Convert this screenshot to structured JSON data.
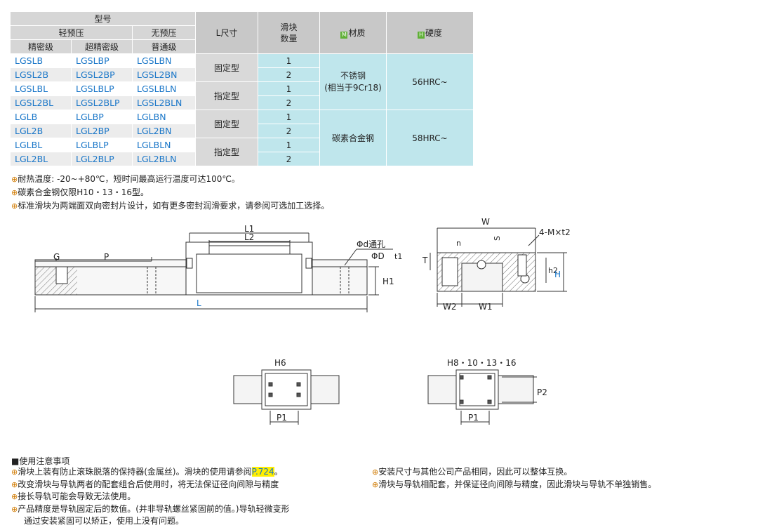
{
  "table": {
    "header": {
      "model": "型号",
      "light_preload": "轻预压",
      "no_preload": "无预压",
      "precision": "精密级",
      "super_precision": "超精密级",
      "normal": "普通级",
      "l_dim": "L尺寸",
      "block_count": "滑块\n数量",
      "material_badge": "M",
      "material": "材质",
      "hardness_badge": "H",
      "hardness": "硬度"
    },
    "rows": [
      {
        "precision": "LGSLB",
        "super": "LGSLBP",
        "normal": "LGSLBN",
        "count": "1"
      },
      {
        "precision": "LGSL2B",
        "super": "LGSL2BP",
        "normal": "LGSL2BN",
        "count": "2"
      },
      {
        "precision": "LGSLBL",
        "super": "LGSLBLP",
        "normal": "LGSLBLN",
        "count": "1"
      },
      {
        "precision": "LGSL2BL",
        "super": "LGSL2BLP",
        "normal": "LGSL2BLN",
        "count": "2"
      },
      {
        "precision": "LGLB",
        "super": "LGLBP",
        "normal": "LGLBN",
        "count": "1"
      },
      {
        "precision": "LGL2B",
        "super": "LGL2BP",
        "normal": "LGL2BN",
        "count": "2"
      },
      {
        "precision": "LGLBL",
        "super": "LGLBLP",
        "normal": "LGLBLN",
        "count": "1"
      },
      {
        "precision": "LGL2BL",
        "super": "LGL2BLP",
        "normal": "LGL2BLN",
        "count": "2"
      }
    ],
    "l_types": [
      "固定型",
      "指定型",
      "固定型",
      "指定型"
    ],
    "materials": [
      {
        "line1": "不锈钢",
        "line2": "(相当于9Cr18)",
        "hardness": "56HRC~"
      },
      {
        "line1": "碳素合金钢",
        "line2": "",
        "hardness": "58HRC~"
      }
    ]
  },
  "notes": [
    "耐热温度: -20~+80℃，短时间最高运行温度可达100℃。",
    "碳素合金钢仅限H10・13・16型。",
    "标准滑块为两端面双向密封片设计，如有更多密封润滑要求，请参阅可选加工选择。"
  ],
  "diagram": {
    "labels": {
      "G": "G",
      "P": "P",
      "L1": "L1",
      "L2": "L2",
      "L": "L",
      "H1": "H1",
      "phi_d": "Φd通孔",
      "phi_D": "ΦD",
      "t1": "t1",
      "W": "W",
      "S": "S",
      "M": "4-M×t2",
      "n": "n",
      "T": "T",
      "h2": "h2",
      "H": "H",
      "W2": "W2",
      "W1": "W1",
      "H6": "H6",
      "H8": "H8・10・13・16",
      "P1": "P1",
      "P2": "P2"
    }
  },
  "caution": {
    "title": "■使用注意事项",
    "left": [
      {
        "pre": "滑块上装有防止滚珠脱落的保持器(金属丝)。滑块的使用请参阅",
        "link": "P.724",
        "post": "。"
      },
      {
        "pre": "改变滑块与导轨两者的配套组合后使用时，将无法保证径向间隙与精度",
        "link": "",
        "post": ""
      },
      {
        "pre": "接长导轨可能会导致无法使用。",
        "link": "",
        "post": ""
      },
      {
        "pre": "产品精度是导轨固定后的数值。(并非导轨螺丝紧固前的值。)导轨轻微变形",
        "link": "",
        "post": ""
      }
    ],
    "left_cont": "通过安装紧固可以矫正，使用上没有问题。",
    "right": [
      "安装尺寸与其他公司产品相同，因此可以整体互换。",
      "滑块与导轨相配套，并保证径向间隙与精度，因此滑块与导轨不单独销售。"
    ]
  },
  "colors": {
    "accent_blue": "#1976c8",
    "material_green": "#5fb036",
    "cyan_fill": "#bfe6ec",
    "highlight": "#ffee00"
  }
}
